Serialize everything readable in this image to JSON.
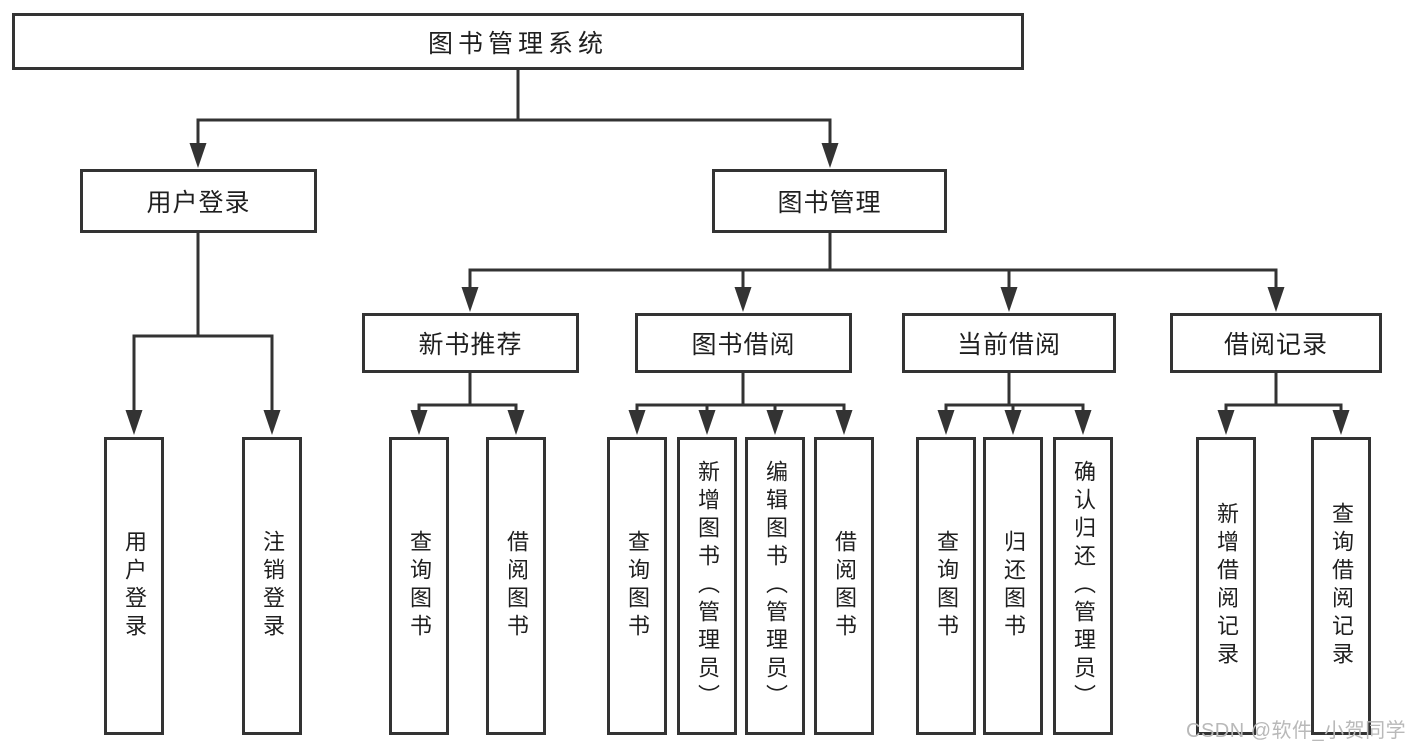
{
  "tree": {
    "label": "图书管理系统",
    "children": [
      {
        "label": "用户登录",
        "children": [
          {
            "label": "用户登录"
          },
          {
            "label": "注销登录"
          }
        ]
      },
      {
        "label": "图书管理",
        "children": [
          {
            "label": "新书推荐",
            "children": [
              {
                "label": "查询图书"
              },
              {
                "label": "借阅图书"
              }
            ]
          },
          {
            "label": "图书借阅",
            "children": [
              {
                "label": "查询图书"
              },
              {
                "label": "新增图书（管理员）"
              },
              {
                "label": "编辑图书（管理员）"
              },
              {
                "label": "借阅图书"
              }
            ]
          },
          {
            "label": "当前借阅",
            "children": [
              {
                "label": "查询图书"
              },
              {
                "label": "归还图书"
              },
              {
                "label": "确认归还（管理员）"
              }
            ]
          },
          {
            "label": "借阅记录",
            "children": [
              {
                "label": "新增借阅记录"
              },
              {
                "label": "查询借阅记录"
              }
            ]
          }
        ]
      }
    ]
  },
  "watermark": "CSDN @软件_小贺同学",
  "colors": {
    "line": "#333333",
    "box_border": "#333333",
    "text": "#1f1f1f",
    "watermark": "#b9b9b9",
    "background": "#ffffff"
  }
}
